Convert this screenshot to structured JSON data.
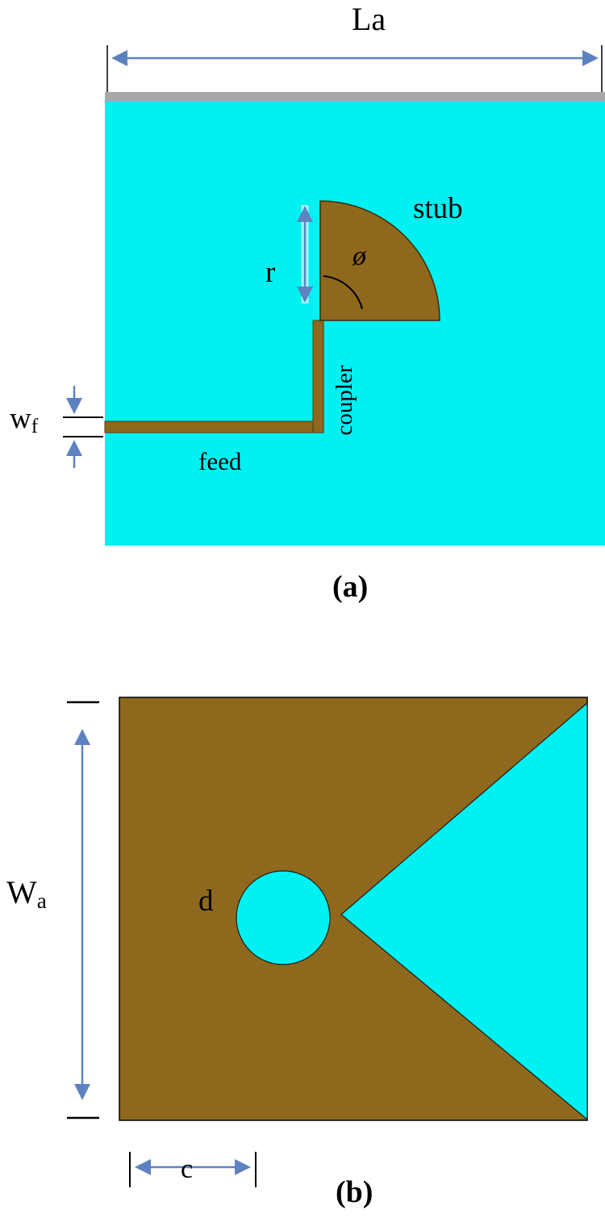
{
  "figure": {
    "a": {
      "caption": "(a)",
      "labels": {
        "la": "La",
        "stub": "stub",
        "phi": "ø",
        "r": "r",
        "coupler": "coupler",
        "feed": "feed",
        "wf_main": "w",
        "wf_sub": "f"
      }
    },
    "b": {
      "caption": "(b)",
      "labels": {
        "d": "d",
        "wa_main": "W",
        "wa_sub": "a",
        "c": "c"
      }
    }
  },
  "colors": {
    "substrate_cyan": "#00f1f1",
    "metal_brown": "#8e681c",
    "arrow_blue": "#5d82c1",
    "ground_gray": "#a8a8a8",
    "outline_black": "#000000",
    "background": "#ffffff"
  }
}
